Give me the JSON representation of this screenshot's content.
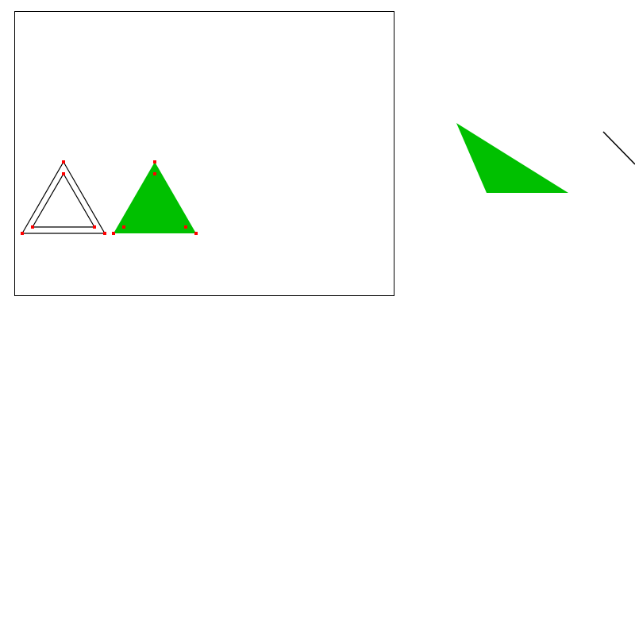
{
  "colors": {
    "background": "#ffffff",
    "frame_stroke": "#000000",
    "outline_stroke": "#000000",
    "fill_green": "#00c000",
    "vertex_marker": "#ff0000"
  },
  "scene": {
    "panel": {
      "kind": "bordered-canvas"
    },
    "shapes": [
      {
        "name": "outlined-triangle-pair",
        "style": "double-outline",
        "fill": "none",
        "vertex_markers": true
      },
      {
        "name": "filled-triangle",
        "style": "filled",
        "fill": "green",
        "vertex_markers": true
      },
      {
        "name": "free-filled-triangle",
        "style": "filled",
        "fill": "green",
        "vertex_markers": false
      },
      {
        "name": "diagonal-line",
        "style": "line",
        "fill": "none",
        "vertex_markers": false
      }
    ]
  }
}
